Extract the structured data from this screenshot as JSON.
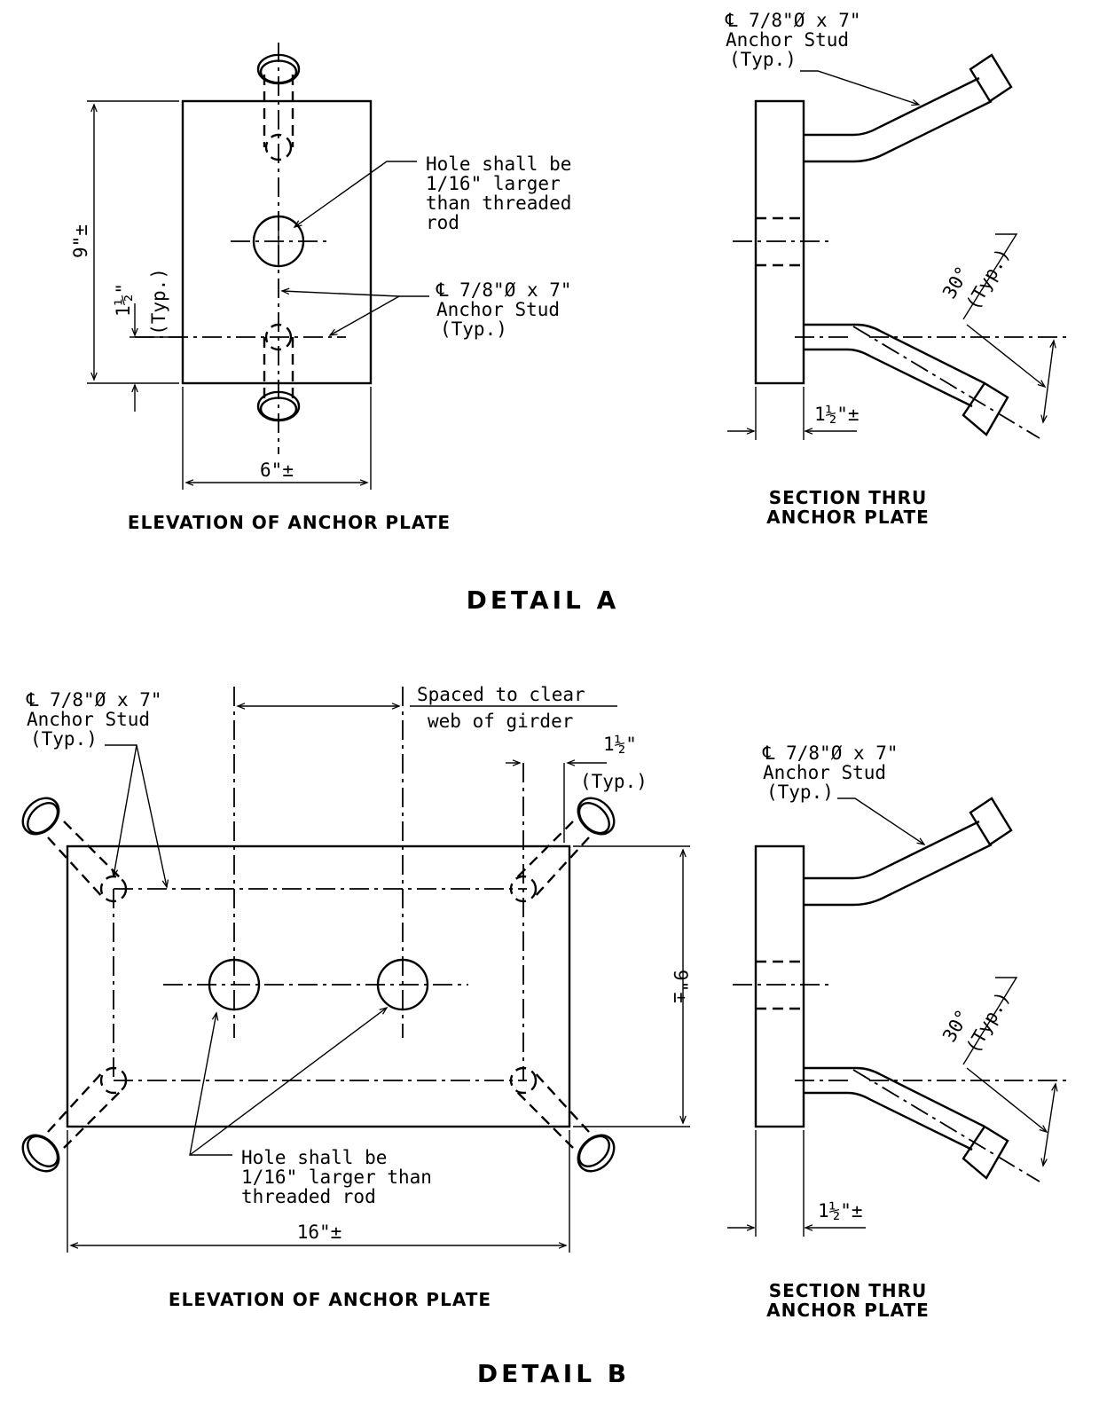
{
  "detail_a": {
    "title": "DETAIL A",
    "elevation": {
      "caption": "ELEVATION OF ANCHOR PLATE",
      "hole_note": [
        "Hole shall be",
        "1/16\" larger",
        "than threaded",
        "rod"
      ],
      "stud_note": [
        "℄ 7/8\"Ø x 7\"",
        "Anchor Stud",
        "(Typ.)"
      ],
      "dim_height": "9\"±",
      "dim_width": "6\"±",
      "dim_edge": "1½\"",
      "dim_edge_typ": "(Typ.)"
    },
    "section": {
      "caption_line1": "SECTION THRU",
      "caption_line2": "ANCHOR PLATE",
      "stud_note": [
        "℄ 7/8\"Ø x 7\"",
        "Anchor Stud",
        "(Typ.)"
      ],
      "angle": "30°",
      "angle_typ": "(Typ.)",
      "dim_thickness": "1½\"±"
    }
  },
  "detail_b": {
    "title": "DETAIL B",
    "elevation": {
      "caption": "ELEVATION OF ANCHOR PLATE",
      "stud_note": [
        "℄ 7/8\"Ø x 7\"",
        "Anchor Stud",
        "(Typ.)"
      ],
      "spacing_note": [
        "Spaced to clear",
        "web of girder"
      ],
      "dim_edge": "1½\"",
      "dim_edge_typ": "(Typ.)",
      "dim_height": "9\"±",
      "dim_width": "16\"±",
      "hole_note": [
        "Hole shall be",
        "1/16\" larger than",
        "threaded rod"
      ]
    },
    "section": {
      "caption_line1": "SECTION THRU",
      "caption_line2": "ANCHOR PLATE",
      "stud_note": [
        "℄ 7/8\"Ø x 7\"",
        "Anchor Stud",
        "(Typ.)"
      ],
      "angle": "30°",
      "angle_typ": "(Typ.)",
      "dim_thickness": "1½\"±"
    }
  }
}
